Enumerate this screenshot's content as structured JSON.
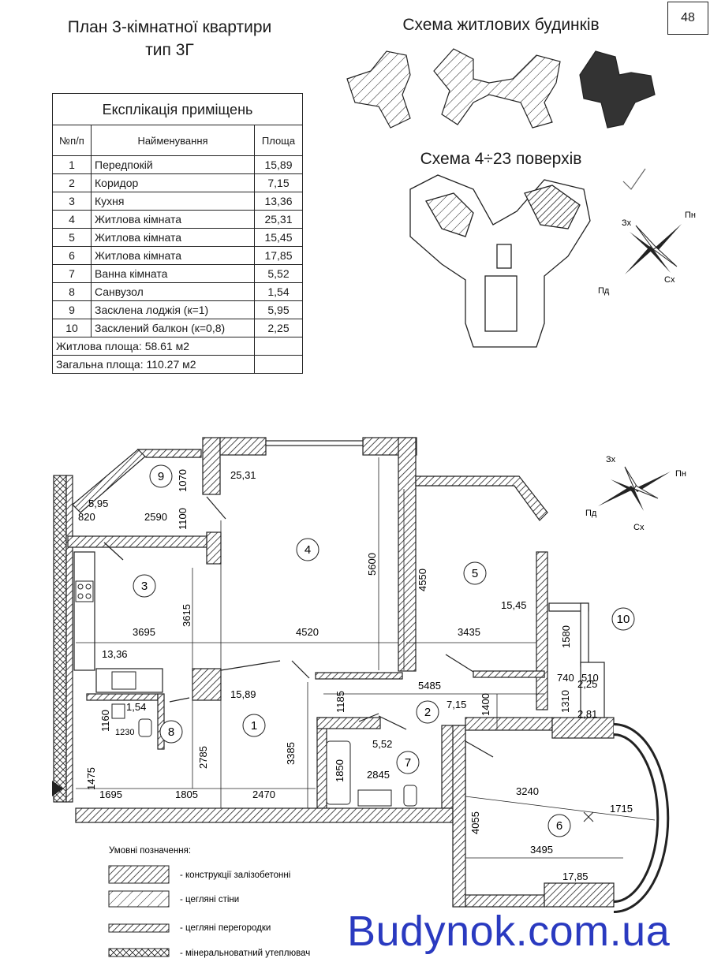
{
  "page_number": "48",
  "title_line1": "План 3-кімнатної квартири",
  "title_line2": "тип 3Г",
  "schema_title": "Схема житлових будинків",
  "floors_title": "Схема 4÷23 поверхів",
  "explication": {
    "caption": "Експлікація приміщень",
    "headers": [
      "№п/п",
      "Найменування",
      "Площа"
    ],
    "rows": [
      {
        "n": "1",
        "name": "Передпокій",
        "area": "15,89"
      },
      {
        "n": "2",
        "name": "Коридор",
        "area": "7,15"
      },
      {
        "n": "3",
        "name": "Кухня",
        "area": "13,36"
      },
      {
        "n": "4",
        "name": "Житлова кімната",
        "area": "25,31"
      },
      {
        "n": "5",
        "name": "Житлова кімната",
        "area": "15,45"
      },
      {
        "n": "6",
        "name": "Житлова кімната",
        "area": "17,85"
      },
      {
        "n": "7",
        "name": "Ванна кімната",
        "area": "5,52"
      },
      {
        "n": "8",
        "name": "Санвузол",
        "area": "1,54"
      },
      {
        "n": "9",
        "name": "Засклена лоджія (к=1)",
        "area": "5,95"
      },
      {
        "n": "10",
        "name": "Засклений балкон (к=0,8)",
        "area": "2,25"
      }
    ],
    "living_area": "Житлова площа: 58.61 м2",
    "total_area": "Загальна площа: 110.27 м2"
  },
  "compass": {
    "w": "Зх",
    "n": "Пн",
    "s": "Пд",
    "e": "Сх"
  },
  "rooms": [
    {
      "id": "1",
      "area": "15,89"
    },
    {
      "id": "2",
      "area": "7,15"
    },
    {
      "id": "3",
      "area": "13,36"
    },
    {
      "id": "4",
      "area": "25,31"
    },
    {
      "id": "5",
      "area": "15,45"
    },
    {
      "id": "6",
      "area": "17,85"
    },
    {
      "id": "7",
      "area": "5,52"
    },
    {
      "id": "8",
      "area": "1,54"
    },
    {
      "id": "9",
      "area": "5,95"
    },
    {
      "id": "10",
      "area": "2,25"
    }
  ],
  "dimensions": [
    "820",
    "2590",
    "1070",
    "1100",
    "3695",
    "3615",
    "4520",
    "5600",
    "4550",
    "3435",
    "1580",
    "5485",
    "1185",
    "1400",
    "740",
    "510",
    "1310",
    "2,81",
    "1160",
    "1230",
    "2785",
    "3385",
    "1850",
    "2845",
    "1475",
    "1695",
    "1805",
    "2470",
    "3240",
    "1715",
    "4055",
    "3495"
  ],
  "legend": {
    "title": "Умовні позначення:",
    "items": [
      "- конструкції залізобетонні",
      "- цегляні стіни",
      "- цегляні перегородки",
      "- мінеральноватний утеплювач"
    ]
  },
  "watermark": "Budynok.com.ua",
  "colors": {
    "ink": "#1a1a1a",
    "watermark": "#2a3ac0"
  }
}
